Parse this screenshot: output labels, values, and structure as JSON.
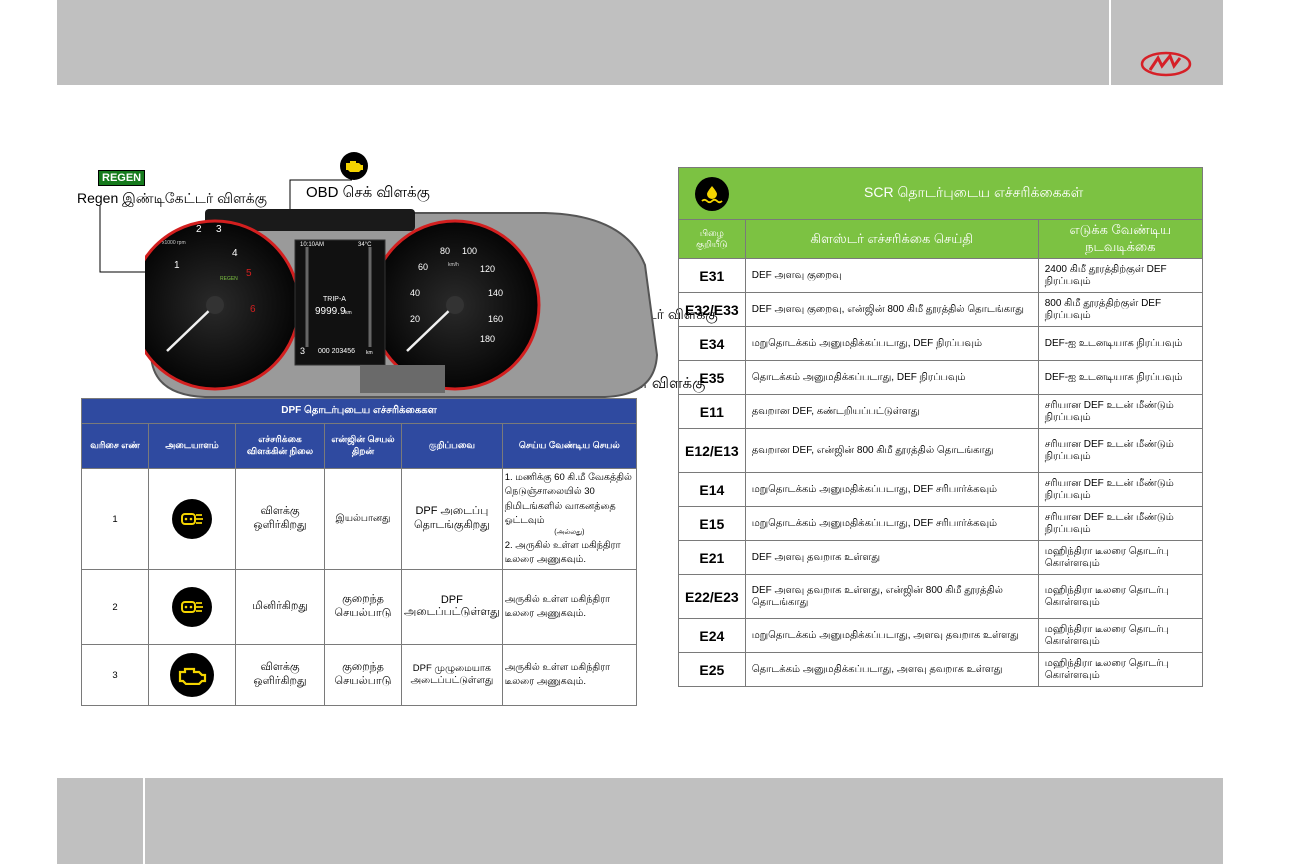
{
  "dashboard": {
    "regen_badge": "REGEN",
    "regen_label": "Regen இண்டிகேட்டர் விளக்கு",
    "obd_label": "OBD செக் விளக்கு",
    "dpf_label": "DPF இண்டிகேட்டர் விளக்கு",
    "def_label": "DEF இண்டிகேட்டர் விளக்கு",
    "time": "10:10AM",
    "temp": "34°C",
    "trip_label": "TRIP-A",
    "trip_value": "9999.9",
    "trip_unit": "km",
    "odo_value": "000 203456",
    "odo_unit": "km",
    "gear": "3",
    "rpm_unit": "x1000 rpm",
    "speed_unit": "km/h",
    "tacho_ticks": [
      "1",
      "2",
      "3",
      "4",
      "5",
      "6"
    ],
    "speed_ticks": [
      "20",
      "40",
      "60",
      "80",
      "100",
      "120",
      "140",
      "160",
      "180"
    ]
  },
  "dpf_table": {
    "title": "DPF தொடர்புடைய எச்சரிக்கைகள",
    "headers": [
      "வரிசை எண்",
      "அடையாளம்",
      "எச்சரிக்கை விளக்கின் நிலை",
      "என்ஜின் செயல் திறன்",
      "குறிப்பவை",
      "செய்ய வேண்டிய செயல்"
    ],
    "rows": [
      {
        "no": "1",
        "icon": "dpf-icon",
        "state": "விளக்கு ஒளிர்கிறது",
        "performance": "இயல்பானது",
        "meaning": "DPF அடைப்பு தொடங்குகிறது",
        "action": [
          "1. மணிக்கு 60 கி.மீ வேகத்தில் நெடுஞ்சாலையில் 30 நிமிடங்களில் வாகனத்தை ஓட்டவும்",
          "(அல்லது)",
          "2. அருகில் உள்ள மகிந்திரா டீலரை அணுகவும்."
        ]
      },
      {
        "no": "2",
        "icon": "dpf-icon",
        "state": "மினிர்கிறது",
        "performance": "குறைந்த செயல்பாடு",
        "meaning": "DPF அடைப்பட்டுள்ளது",
        "action": [
          "அருகில் உள்ள மகிந்திரா டீலரை அணுகவும்."
        ]
      },
      {
        "no": "3",
        "icon": "engine-check-icon",
        "state": "விளக்கு ஒளிர்கிறது",
        "performance": "குறைந்த செயல்பாடு",
        "meaning": "DPF முழுமையாக அடைப்பட்டுள்ளது",
        "action": [
          "அருகில் உள்ள மகிந்திரா டீலரை அணுகவும்."
        ]
      }
    ]
  },
  "scr_table": {
    "title": "SCR தொடர்புடைய எச்சரிக்கைகள்",
    "headers": [
      "பிழை குறியீடு",
      "கிளஸ்டர் எச்சரிக்கை செய்தி",
      "எடுக்க வேண்டிய நடவடிக்கை"
    ],
    "rows": [
      {
        "code": "E31",
        "message": "DEF அளவு குறைவு",
        "action": "2400 கிமீ தூரத்திற்குள் DEF நிரப்பவும்"
      },
      {
        "code": "E32/E33",
        "message": "DEF அளவு குறைவு, என்ஜின் 800 கிமீ தூரத்தில் தொடங்காது",
        "action": "800 கிமீ தூரத்திற்குள் DEF நிரப்பவும்"
      },
      {
        "code": "E34",
        "message": "மறுதொடக்கம் அனுமதிக்கப்படாது, DEF நிரப்பவும்",
        "action": "DEF-ஐ உடனடியாக நிரப்பவும்"
      },
      {
        "code": "E35",
        "message": "தொடக்கம் அனுமதிக்கப்படாது, DEF நிரப்பவும்",
        "action": "DEF-ஐ உடனடியாக நிரப்பவும்"
      },
      {
        "code": "E11",
        "message": "தவறான DEF, கண்டறியப்பட்டுள்ளது",
        "action": "சரியான DEF உடன் மீண்டும் நிரப்பவும்"
      },
      {
        "code": "E12/E13",
        "message": "தவறான DEF, என்ஜின் 800 கிமீ தூரத்தில் தொடங்காது",
        "action": "சரியான DEF உடன் மீண்டும் நிரப்பவும்"
      },
      {
        "code": "E14",
        "message": "மறுதொடக்கம் அனுமதிக்கப்படாது, DEF சரிபார்க்கவும்",
        "action": "சரியான DEF உடன் மீண்டும் நிரப்பவும்"
      },
      {
        "code": "E15",
        "message": "மறுதொடக்கம் அனுமதிக்கப்படாது, DEF சரிபார்க்கவும்",
        "action": "சரியான DEF உடன் மீண்டும் நிரப்பவும்"
      },
      {
        "code": "E21",
        "message": "DEF அளவு தவறாக உள்ளது",
        "action": "மஹிந்திரா டீலரை தொடர்பு கொள்ளவும்"
      },
      {
        "code": "E22/E23",
        "message": "DEF அளவு தவறாக உள்ளது, என்ஜின் 800 கிமீ தூரத்தில் தொடங்காது",
        "action": "மஹிந்திரா டீலரை தொடர்பு கொள்ளவும்"
      },
      {
        "code": "E24",
        "message": "மறுதொடக்கம் அனுமதிக்கப்படாது, அளவு தவறாக உள்ளது",
        "action": "மஹிந்திரா டீலரை தொடர்பு கொள்ளவும்"
      },
      {
        "code": "E25",
        "message": "தொடக்கம் அனுமதிக்கப்படாது, அளவு தவறாக உள்ளது",
        "action": "மஹிந்திரா டீலரை தொடர்பு கொள்ளவும்"
      }
    ]
  }
}
